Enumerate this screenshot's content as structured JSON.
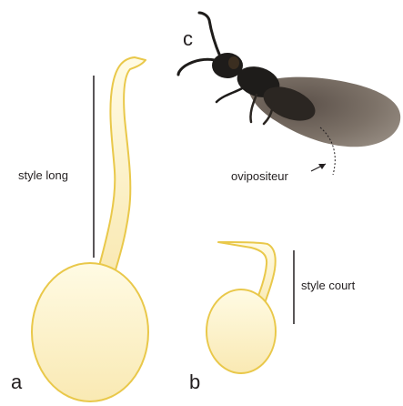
{
  "panels": {
    "a": {
      "letter": "a",
      "label": "style long"
    },
    "b": {
      "letter": "b",
      "label": "style court"
    },
    "c": {
      "letter": "c",
      "label": "ovipositeur"
    }
  },
  "colors": {
    "flower_fill": "#fdf3c8",
    "flower_stroke": "#e9c84a",
    "wasp_body": "#1e1c1a",
    "wing": "#5f5449",
    "line": "#231f20"
  }
}
